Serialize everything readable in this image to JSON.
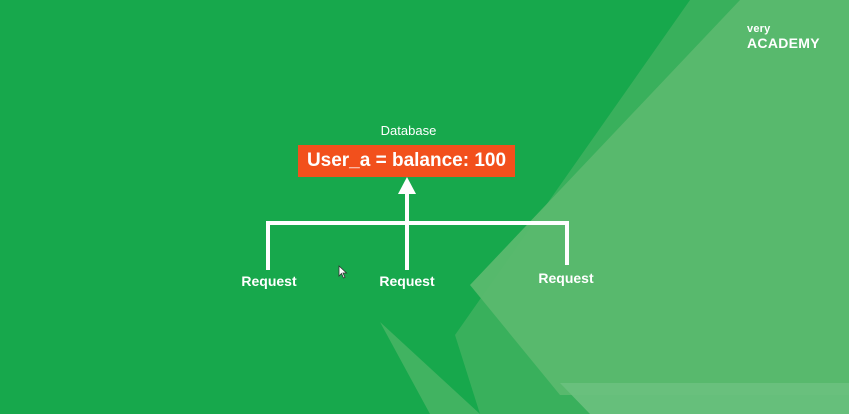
{
  "logo": {
    "small_text": "very",
    "big_text": "ACADEMY"
  },
  "diagram": {
    "database_label": "Database",
    "record": "User_a = balance: 100",
    "requests": [
      "Request",
      "Request",
      "Request"
    ],
    "colors": {
      "background": "#17a84c",
      "record_box": "#f2501c",
      "lines": "#ffffff",
      "decor": "#5ab96e"
    },
    "icons": [
      "arrow-up-icon",
      "mouse-cursor-icon"
    ]
  }
}
